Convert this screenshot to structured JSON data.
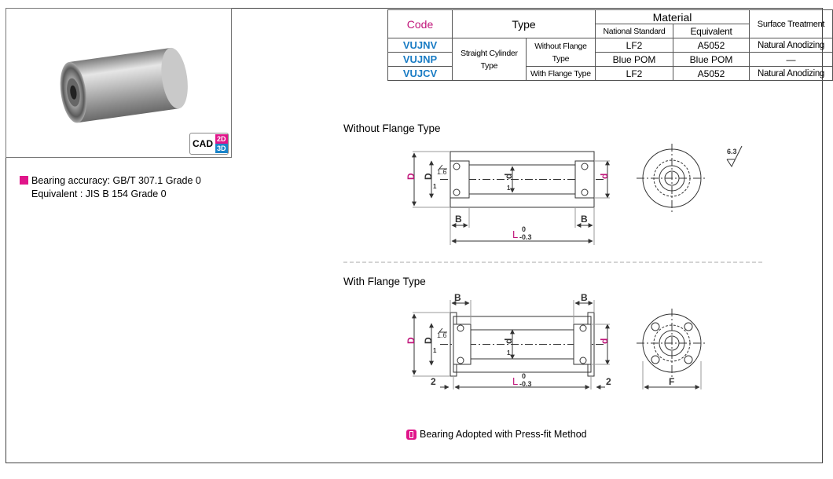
{
  "note": {
    "line1": "Bearing accuracy: GB/T 307.1 Grade 0",
    "line2": "Equivalent : JIS B 154 Grade 0"
  },
  "cad": {
    "label": "CAD",
    "d2": "2D",
    "d3": "3D"
  },
  "table": {
    "code_header": "Code",
    "type_header": "Type",
    "material_header": "Material",
    "national_header": "National Standard",
    "equivalent_header": "Equivalent",
    "surface_header": "Surface Treatment",
    "straight_label": "Straight Cylinder Type",
    "without_label": "Without Flange Type",
    "with_label": "With Flange Type",
    "rows": [
      {
        "code": "VUJNV",
        "national": "LF2",
        "equivalent": "A5052",
        "surface": "Natural Anodizing"
      },
      {
        "code": "VUJNP",
        "national": "Blue POM",
        "equivalent": "Blue POM",
        "surface": "—"
      },
      {
        "code": "VUJCV",
        "national": "LF2",
        "equivalent": "A5052",
        "surface": "Natural Anodizing"
      }
    ]
  },
  "drawings": {
    "without_title": "Without Flange Type",
    "with_title": "With Flange Type",
    "D": "D",
    "D1": "D",
    "sub1": "1",
    "d1": "d",
    "d": "d",
    "B": "B",
    "L": "L",
    "tol_upper": "0",
    "tol_lower": "-0.3",
    "rough_16": "1.6",
    "rough_63": "6.3",
    "two": "2",
    "F": "F"
  },
  "press_note": "Bearing Adopted with Press-fit Method"
}
